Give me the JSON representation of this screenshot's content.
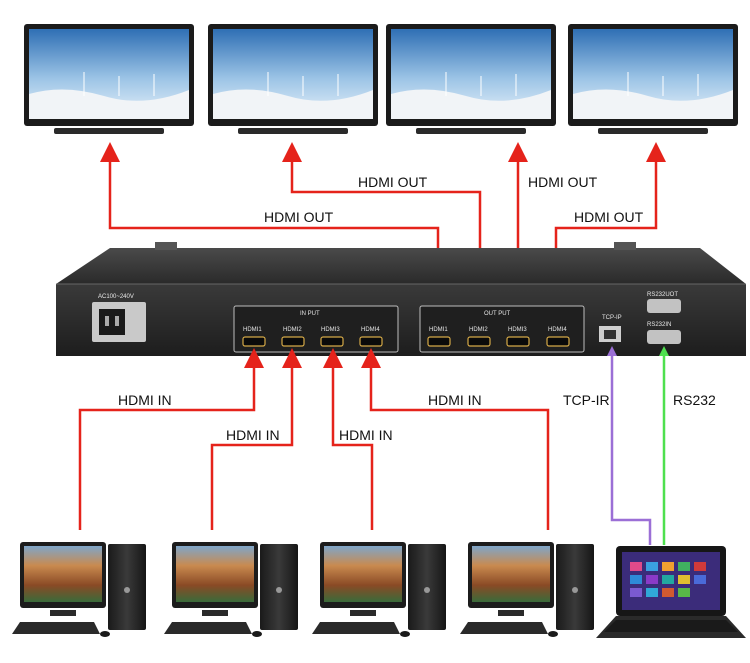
{
  "colors": {
    "hdmi_line": "#e5231b",
    "tcp_line": "#9b6fd6",
    "rs232_line": "#4ee04e",
    "chassis": "#2b2b2b"
  },
  "device": {
    "power_label": "AC100~240V",
    "input_panel_title": "IN PUT",
    "output_panel_title": "OUT PUT",
    "input_ports": [
      "HDMI1",
      "HDMI2",
      "HDMI3",
      "HDMI4"
    ],
    "output_ports": [
      "HDMI1",
      "HDMI2",
      "HDMI3",
      "HDMI4"
    ],
    "tcp_port_label": "TCP-IP",
    "rs232_out_label": "RS232UOT",
    "rs232_in_label": "RS232IN"
  },
  "connection_labels": {
    "hdmi_out_1": "HDMI OUT",
    "hdmi_out_2": "HDMI OUT",
    "hdmi_out_3": "HDMI OUT",
    "hdmi_out_4": "HDMI OUT",
    "hdmi_in_1": "HDMI IN",
    "hdmi_in_2": "HDMI IN",
    "hdmi_in_3": "HDMI IN",
    "hdmi_in_4": "HDMI IN",
    "tcp_ir": "TCP-IR",
    "rs232": "RS232"
  },
  "displays": [
    "display-1",
    "display-2",
    "display-3",
    "display-4"
  ],
  "sources": [
    "pc-1",
    "pc-2",
    "pc-3",
    "pc-4"
  ],
  "controller": "laptop"
}
